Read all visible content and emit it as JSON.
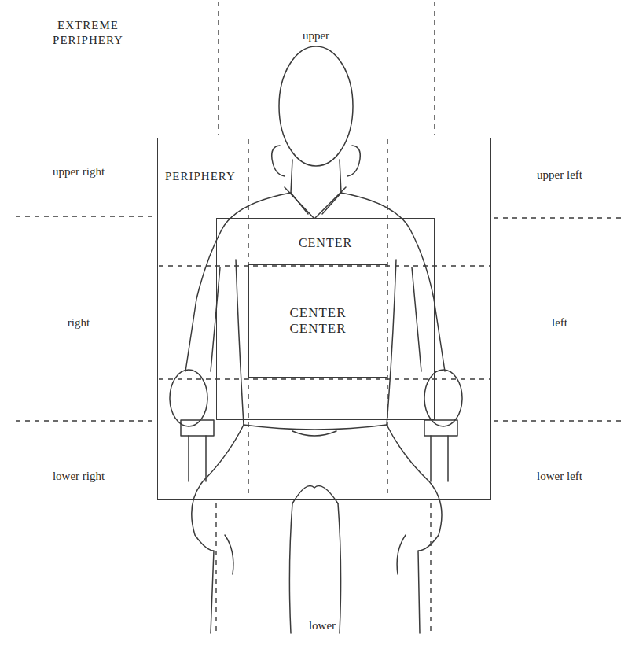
{
  "diagram": {
    "nodes": [
      {
        "text": [
          "PERIPHERY"
        ]
      },
      {
        "text": [
          "CENTER"
        ],
        "in": 0
      },
      {
        "text": [
          "CENTER CENTER"
        ],
        "in": 1
      }
    ],
    "labels": [
      "EXTREME PERIPHERY",
      "upper",
      "upper right",
      "upper left",
      "right",
      "left",
      "lower right",
      "lower left",
      "lower"
    ]
  }
}
